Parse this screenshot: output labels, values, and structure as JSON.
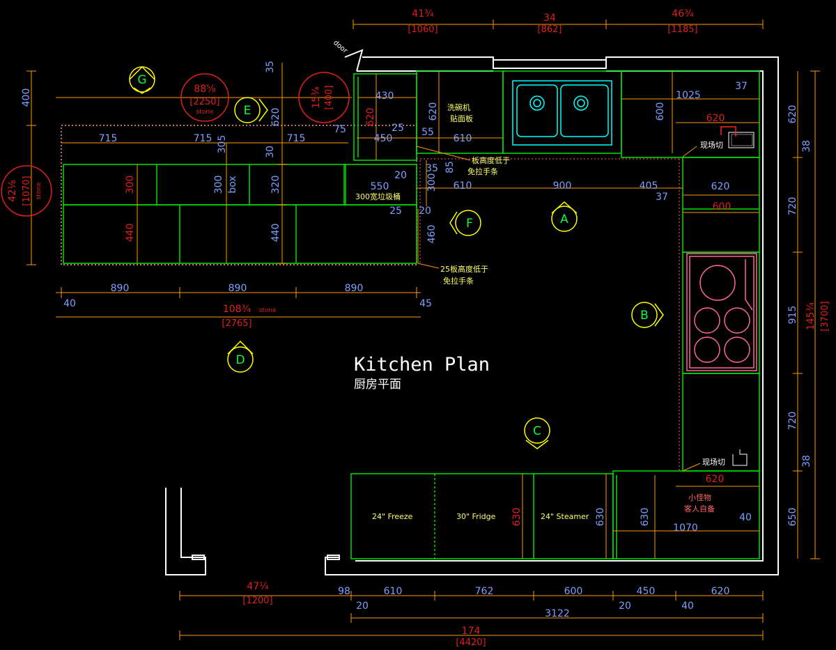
{
  "title": {
    "en": "Kitchen Plan",
    "cn": "厨房平面"
  },
  "colors": {
    "background": "#000000",
    "wall": "#ffffff",
    "cabinet": "#00e000",
    "dimension": "#ff9900",
    "dim_text": "#7f9fff",
    "inch_text": "#e02020",
    "label": "#ffff00",
    "appliance": "#00ffff",
    "cooktop": "#ff6699",
    "bubble_fill": "#000000"
  },
  "door_label": "door",
  "elevations": {
    "A": "A",
    "B": "B",
    "C": "C",
    "D": "D",
    "E": "E",
    "F": "F",
    "G": "G"
  },
  "top_dims": {
    "left": {
      "in": "41¾",
      "mm": "[1060]"
    },
    "mid": {
      "in": "34",
      "mm": "[862]"
    },
    "right": {
      "in": "46¾",
      "mm": "[1185]"
    }
  },
  "bottom_dims": {
    "seg_left": {
      "in": "47¼",
      "mm": "[1200]"
    },
    "v98": "98",
    "v20a": "20",
    "v610": "610",
    "v762": "762",
    "v600": "600",
    "v20b": "20",
    "v450": "450",
    "v40": "40",
    "v620": "620",
    "total_run": "3122",
    "overall": {
      "in": "174",
      "mm": "[4420]"
    }
  },
  "right_dims": {
    "v620": "620",
    "v38a": "38",
    "v720a": "720",
    "v915": "915",
    "v720b": "720",
    "v38b": "38",
    "v650": "650",
    "overall": {
      "in": "145¾",
      "mm": "[3700]"
    }
  },
  "left_wall_dims": {
    "v400": "400",
    "overall": {
      "in": "42⅛",
      "mm": "[1070]",
      "note": "stone"
    }
  },
  "island": {
    "seg_715a": "715",
    "seg_715b": "715",
    "seg_715c": "715",
    "v305": "305",
    "box": "box",
    "v300a": "300",
    "v300b": "300",
    "v320": "320",
    "v440a": "440",
    "v440b": "440",
    "v460": "460",
    "w890a": "890",
    "w890b": "890",
    "w890c": "890",
    "v40": "40",
    "v45": "45",
    "overall": {
      "in": "108¾",
      "mm": "[2765]",
      "note": "stone"
    },
    "circle1": {
      "in": "88⅝",
      "mm": "[2250]",
      "note": "stone"
    },
    "circle2": {
      "in": "15¾",
      "mm": "[400]"
    },
    "v35": "35",
    "v620": "620",
    "v30": "30",
    "v75": "75",
    "v430": "430",
    "v620r": "620",
    "v450": "450",
    "v25": "25",
    "v55": "55",
    "v20": "20",
    "v35b": "35",
    "v85": "85",
    "v550": "550",
    "v25b": "25",
    "v20b": "20",
    "pullout_note": "300宽垃圾桶",
    "note_upper": "板高度低于\n免拉手条",
    "note_lower": "25板高度低于\n免拉手条"
  },
  "sink_wall": {
    "dishwasher_label": "洗碗机\n贴面板",
    "v620": "620",
    "v610": "610",
    "v600": "600",
    "v1025": "1025",
    "v37": "37",
    "v620r": "620",
    "cut_note": "现场切",
    "row_610": "610",
    "row_900": "900",
    "row_405": "405",
    "row_37": "37",
    "row_620": "620",
    "row_600": "600"
  },
  "tall_units": {
    "freezer": "24\" Freeze",
    "fridge": "30\" Fridge",
    "steamer": "24\" Steamer",
    "v630a": "630",
    "v630b": "630",
    "v630c": "630",
    "cut_note": "现场切",
    "v620": "620",
    "v1070": "1070",
    "v40": "40",
    "owner_note": "小怪物\n客人自备"
  }
}
